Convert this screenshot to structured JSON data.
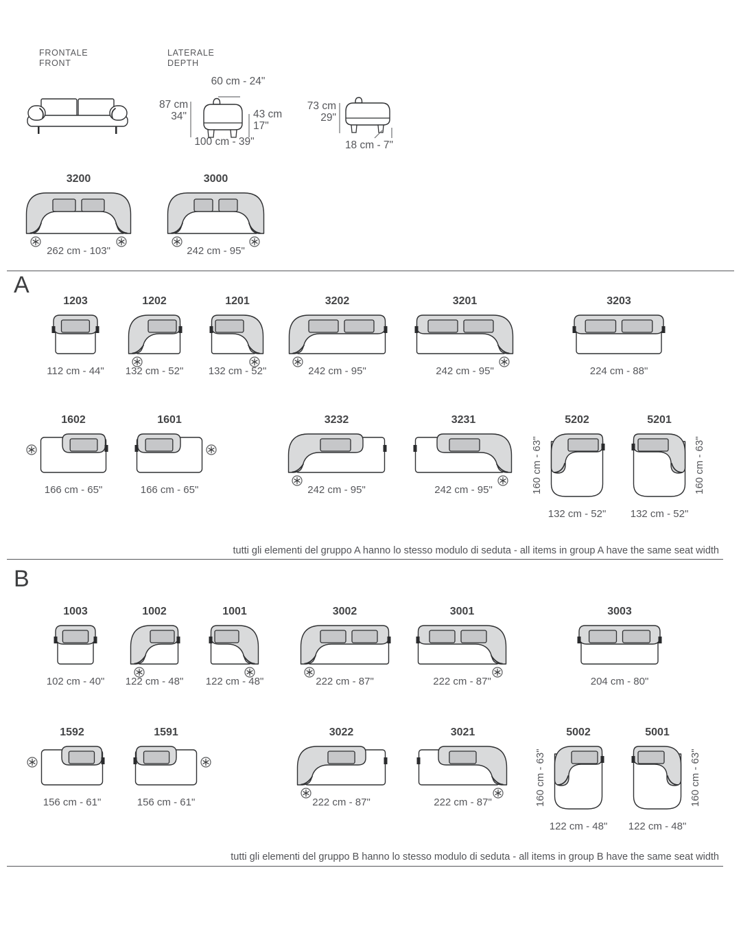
{
  "colors": {
    "outline": "#2f3032",
    "back_gray": "#d9dadb",
    "cushion_gray": "#c6c7c9",
    "text_gray": "#55565a",
    "tab_black": "#2a2b2d"
  },
  "header": {
    "front_label_it": "FRONTALE",
    "front_label_en": "FRONT",
    "depth_label_it": "LATERALE",
    "depth_label_en": "DEPTH",
    "seat_depth": "60 cm - 24\"",
    "total_height_cm": "87 cm",
    "total_height_in": "34\"",
    "seat_height_cm": "43 cm",
    "seat_height_in": "17\"",
    "total_depth": "100 cm - 39\"",
    "back_height_cm": "73 cm",
    "back_height_in": "29\"",
    "leg_height": "18 cm - 7\""
  },
  "overview_modules": [
    {
      "code": "3200",
      "dim": "262 cm - 103\"",
      "form": "sofa",
      "cushions": 2,
      "mirrored": false,
      "tabs": [],
      "asterisks": [
        "bottom-left",
        "bottom-right"
      ]
    },
    {
      "code": "3000",
      "dim": "242 cm - 95\"",
      "form": "sofa",
      "cushions": 2,
      "mirrored": false,
      "tabs": [],
      "asterisks": [
        "bottom-left",
        "bottom-right"
      ]
    }
  ],
  "groups": [
    {
      "letter": "A",
      "note": "tutti gli elementi  del gruppo A hanno lo stesso modulo di  seduta  -  all items in group A have the same seat width",
      "modules": [
        {
          "code": "1203",
          "dim": "112 cm - 44\"",
          "form": "armless",
          "cushions": 1,
          "mirrored": false,
          "tabs": [
            "left",
            "right"
          ],
          "asterisks": []
        },
        {
          "code": "1202",
          "dim": "132 cm - 52\"",
          "form": "arm",
          "cushions": 1,
          "mirrored": false,
          "tabs": [
            "right"
          ],
          "asterisks": [
            "bottom-left"
          ]
        },
        {
          "code": "1201",
          "dim": "132 cm - 52\"",
          "form": "arm",
          "cushions": 1,
          "mirrored": true,
          "tabs": [
            "left"
          ],
          "asterisks": [
            "bottom-right"
          ]
        },
        {
          "code": "3202",
          "dim": "242 cm - 95\"",
          "form": "arm",
          "cushions": 2,
          "mirrored": false,
          "tabs": [
            "right"
          ],
          "asterisks": [
            "bottom-left"
          ]
        },
        {
          "code": "3201",
          "dim": "242 cm - 95\"",
          "form": "arm",
          "cushions": 2,
          "mirrored": true,
          "tabs": [
            "left"
          ],
          "asterisks": [
            "bottom-right"
          ]
        },
        {
          "code": "3203",
          "dim": "224 cm - 88\"",
          "form": "armless",
          "cushions": 2,
          "mirrored": false,
          "tabs": [
            "left",
            "right"
          ],
          "asterisks": []
        },
        {
          "code": "1602",
          "dim": "166 cm - 65\"",
          "form": "armless-open",
          "cushions": 1,
          "mirrored": false,
          "tabs": [
            "right"
          ],
          "asterisks": [
            "mid-left"
          ]
        },
        {
          "code": "1601",
          "dim": "166 cm - 65\"",
          "form": "armless-open",
          "cushions": 1,
          "mirrored": true,
          "tabs": [
            "left"
          ],
          "asterisks": [
            "mid-right"
          ]
        },
        {
          "code": "3232",
          "dim": "242 cm - 95\"",
          "form": "arm-open",
          "cushions": 1,
          "mirrored": false,
          "tabs": [
            "right"
          ],
          "asterisks": [
            "bottom-left"
          ]
        },
        {
          "code": "3231",
          "dim": "242 cm - 95\"",
          "form": "arm-open",
          "cushions": 1,
          "mirrored": true,
          "tabs": [
            "left"
          ],
          "asterisks": [
            "bottom-right"
          ]
        },
        {
          "code": "5202",
          "dim": "132 cm - 52\"",
          "vdim": "160 cm - 63\"",
          "vside": "left",
          "form": "arm-tall",
          "cushions": 1,
          "mirrored": false,
          "tabs": [
            "right"
          ],
          "asterisks": []
        },
        {
          "code": "5201",
          "dim": "132 cm - 52\"",
          "vdim": "160 cm - 63\"",
          "vside": "right",
          "form": "arm-tall",
          "cushions": 1,
          "mirrored": true,
          "tabs": [
            "left"
          ],
          "asterisks": []
        }
      ]
    },
    {
      "letter": "B",
      "note": "tutti gli elementi  del gruppo B hanno lo stesso modulo di  seduta  -  all items in group B have the same seat width",
      "modules": [
        {
          "code": "1003",
          "dim": "102 cm - 40\"",
          "form": "armless",
          "cushions": 1,
          "mirrored": false,
          "tabs": [
            "left",
            "right"
          ],
          "asterisks": []
        },
        {
          "code": "1002",
          "dim": "122 cm - 48\"",
          "form": "arm",
          "cushions": 1,
          "mirrored": false,
          "tabs": [
            "right"
          ],
          "asterisks": [
            "bottom-left"
          ]
        },
        {
          "code": "1001",
          "dim": "122 cm - 48\"",
          "form": "arm",
          "cushions": 1,
          "mirrored": true,
          "tabs": [
            "left"
          ],
          "asterisks": [
            "bottom-right"
          ]
        },
        {
          "code": "3002",
          "dim": "222 cm - 87\"",
          "form": "arm",
          "cushions": 2,
          "mirrored": false,
          "tabs": [
            "right"
          ],
          "asterisks": [
            "bottom-left"
          ]
        },
        {
          "code": "3001",
          "dim": "222 cm - 87\"",
          "form": "arm",
          "cushions": 2,
          "mirrored": true,
          "tabs": [
            "left"
          ],
          "asterisks": [
            "bottom-right"
          ]
        },
        {
          "code": "3003",
          "dim": "204 cm - 80\"",
          "form": "armless",
          "cushions": 2,
          "mirrored": false,
          "tabs": [
            "left",
            "right"
          ],
          "asterisks": []
        },
        {
          "code": "1592",
          "dim": "156 cm - 61\"",
          "form": "armless-open",
          "cushions": 1,
          "mirrored": false,
          "tabs": [
            "right"
          ],
          "asterisks": [
            "mid-left"
          ]
        },
        {
          "code": "1591",
          "dim": "156 cm - 61\"",
          "form": "armless-open",
          "cushions": 1,
          "mirrored": true,
          "tabs": [
            "left"
          ],
          "asterisks": [
            "mid-right"
          ]
        },
        {
          "code": "3022",
          "dim": "222 cm - 87\"",
          "form": "arm-open",
          "cushions": 1,
          "mirrored": false,
          "tabs": [
            "right"
          ],
          "asterisks": [
            "bottom-left"
          ]
        },
        {
          "code": "3021",
          "dim": "222 cm - 87\"",
          "form": "arm-open",
          "cushions": 1,
          "mirrored": true,
          "tabs": [
            "left"
          ],
          "asterisks": [
            "bottom-right"
          ]
        },
        {
          "code": "5002",
          "dim": "122 cm - 48\"",
          "vdim": "160 cm - 63\"",
          "vside": "left",
          "form": "arm-tall",
          "cushions": 1,
          "mirrored": false,
          "tabs": [
            "right"
          ],
          "asterisks": []
        },
        {
          "code": "5001",
          "dim": "122 cm - 48\"",
          "vdim": "160 cm - 63\"",
          "vside": "right",
          "form": "arm-tall",
          "cushions": 1,
          "mirrored": true,
          "tabs": [
            "left"
          ],
          "asterisks": []
        }
      ]
    }
  ]
}
